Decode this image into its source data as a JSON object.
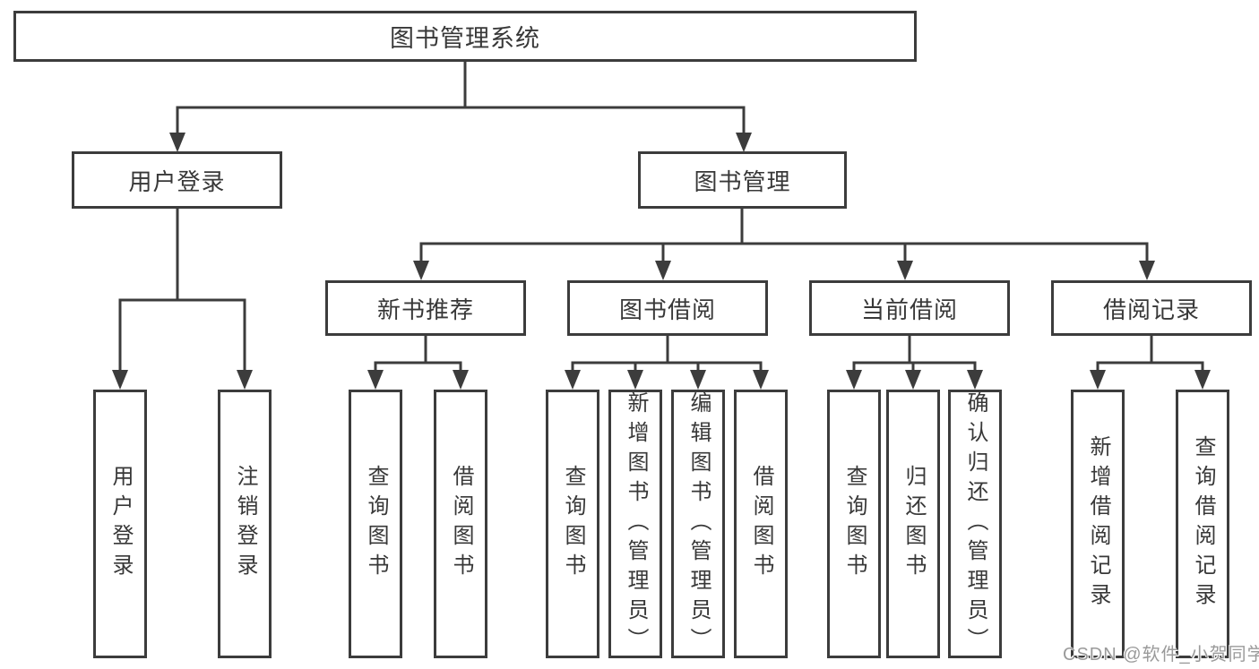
{
  "diagram": {
    "root": {
      "label": "图书管理系统"
    },
    "user_login": {
      "label": "用户登录",
      "children": [
        {
          "label": "用户登录"
        },
        {
          "label": "注销登录"
        }
      ]
    },
    "book_mgmt": {
      "label": "图书管理",
      "children": [
        {
          "label": "新书推荐",
          "children": [
            {
              "label": "查询图书"
            },
            {
              "label": "借阅图书"
            }
          ]
        },
        {
          "label": "图书借阅",
          "children": [
            {
              "label": "查询图书"
            },
            {
              "label": "新增图书（管理员）"
            },
            {
              "label": "编辑图书（管理员）"
            },
            {
              "label": "借阅图书"
            }
          ]
        },
        {
          "label": "当前借阅",
          "children": [
            {
              "label": "查询图书"
            },
            {
              "label": "归还图书"
            },
            {
              "label": "确认归还（管理员）"
            }
          ]
        },
        {
          "label": "借阅记录",
          "children": [
            {
              "label": "新增借阅记录"
            },
            {
              "label": "查询借阅记录"
            }
          ]
        }
      ]
    }
  },
  "watermark": {
    "text": "CSDN @软件_小贺同学"
  },
  "colors": {
    "line": "#3c3c3c",
    "box_border": "#3c3c3c",
    "box_fill": "#ffffff",
    "text": "#383838",
    "watermark": "#9a9a9a",
    "background": "#ffffff"
  }
}
